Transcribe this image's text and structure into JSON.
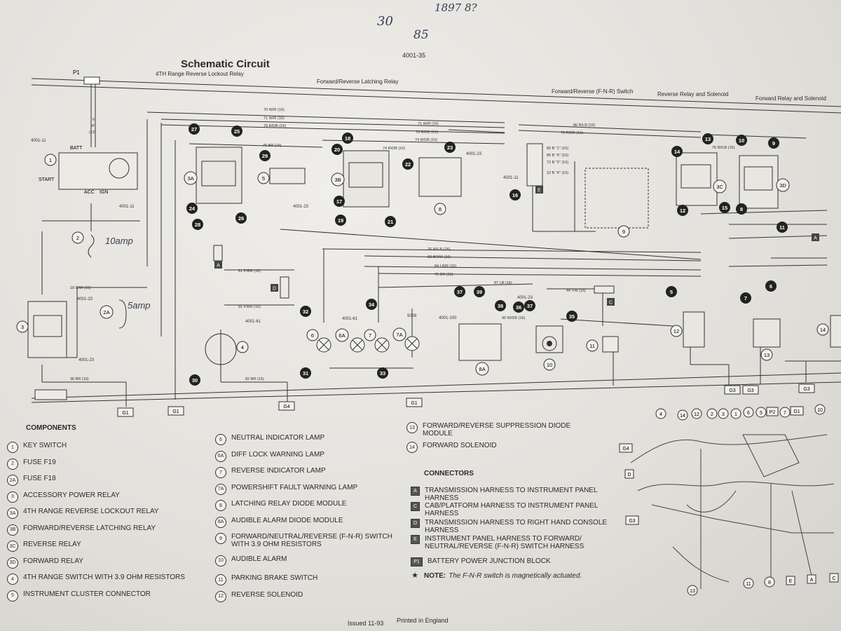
{
  "handwriting": {
    "top1": "30",
    "top2": "85",
    "top3": "1897 8?",
    "fuse_note_1": "10amp",
    "fuse_note_2": "5amp"
  },
  "page_ref": "4001-35",
  "title": "Schematic Circuit",
  "section_headers": [
    "4TH Range Reverse Lockout Relay",
    "Forward/Reverse Latching Relay",
    "Forward/Reverse (F-N-R) Switch",
    "Reverse Relay and Solenoid",
    "Forward Relay and Solenoid"
  ],
  "wire_labels": {
    "w70": "70 W/R (16)",
    "w71": "71 W/R (16)",
    "w79": "79 R/DB (16)",
    "w75": "75 BR (16)",
    "w74": "74 R/DB (16)",
    "w71b": "71 W/R (16)",
    "w79b": "79 R/DB (16)",
    "w74b": "74 R/DB (16)",
    "w86": "86 R/LB (16)",
    "w79c": "79 R/DB (16)",
    "w76": "76 W/LB (16)",
    "w76b": "76 W/LB (16)",
    "w83": "83 BR/W (16)",
    "w84": "84 LB/R (16)",
    "w75b": "75 BR (16)",
    "w81": "81 P/BR (16)",
    "w87": "87 LB (16)",
    "w44": "44 Y/B (16)",
    "w90": "90 W/DB (16)",
    "w82": "82 BR (16)",
    "w36": "36 BR (16)",
    "w18": "18 R/W (16)",
    "w80": "80 B \"1\" (16)",
    "w85": "85 B \"6\" (16)",
    "w72": "72 B \"2\" (16)",
    "w10": "10 B \"4\" (16)",
    "w6": "6",
    "w6r": "R",
    "w13": "(13)"
  },
  "refs": [
    "4001-11",
    "4001-11",
    "4001-23",
    "4001-23",
    "4001-23",
    "4001-23",
    "4001-61",
    "4001-61",
    "5008",
    "4001-100",
    "4001-23",
    "4001-11"
  ],
  "switch_labels": {
    "batt": "BATT",
    "start": "START",
    "acc": "ACC",
    "ign": "IGN"
  },
  "grounds": [
    "G1",
    "G1",
    "G4",
    "G1",
    "G3",
    "G3",
    "G3"
  ],
  "p1": "P1",
  "components_heading": "COMPONENTS",
  "components": [
    {
      "id": "1",
      "label": "KEY SWITCH"
    },
    {
      "id": "2",
      "label": "FUSE F19"
    },
    {
      "id": "2A",
      "label": "FUSE F18"
    },
    {
      "id": "3",
      "label": "ACCESSORY POWER RELAY"
    },
    {
      "id": "3A",
      "label": "4TH RANGE REVERSE LOCKOUT RELAY"
    },
    {
      "id": "3B",
      "label": "FORWARD/REVERSE LATCHING RELAY"
    },
    {
      "id": "3C",
      "label": "REVERSE RELAY"
    },
    {
      "id": "3D",
      "label": "FORWARD RELAY"
    },
    {
      "id": "4",
      "label": "4TH RANGE SWITCH WITH 3.9 OHM RESISTORS"
    },
    {
      "id": "5",
      "label": "INSTRUMENT CLUSTER CONNECTOR"
    },
    {
      "id": "6",
      "label": "NEUTRAL INDICATOR LAMP"
    },
    {
      "id": "6A",
      "label": "DIFF LOCK WARNING LAMP"
    },
    {
      "id": "7",
      "label": "REVERSE INDICATOR LAMP"
    },
    {
      "id": "7A",
      "label": "POWERSHIFT FAULT WARNING LAMP"
    },
    {
      "id": "8",
      "label": "LATCHING RELAY DIODE MODULE"
    },
    {
      "id": "8A",
      "label": "AUDIBLE ALARM DIODE MODULE"
    },
    {
      "id": "9",
      "label": "FORWARD/NEUTRAL/REVERSE (F-N-R) SWITCH WITH 3.9 OHM RESISTORS"
    },
    {
      "id": "10",
      "label": "AUDIBLE ALARM"
    },
    {
      "id": "11",
      "label": "PARKING BRAKE SWITCH"
    },
    {
      "id": "12",
      "label": "REVERSE SOLENOID"
    },
    {
      "id": "13",
      "label": "FORWARD/REVERSE SUPPRESSION DIODE MODULE"
    },
    {
      "id": "14",
      "label": "FORWARD SOLENOID"
    }
  ],
  "connectors_heading": "CONNECTORS",
  "connectors": [
    {
      "id": "A",
      "label": "TRANSMISSION HARNESS TO INSTRUMENT PANEL HARNESS"
    },
    {
      "id": "C",
      "label": "CAB/PLATFORM HARNESS TO INSTRUMENT PANEL HARNESS"
    },
    {
      "id": "D",
      "label": "TRANSMISSION HARNESS TO RIGHT HAND CONSOLE HARNESS"
    },
    {
      "id": "E",
      "label": "INSTRUMENT PANEL HARNESS TO FORWARD/ NEUTRAL/REVERSE (F-N-R) SWITCH HARNESS"
    },
    {
      "id": "P1",
      "label": "BATTERY POWER JUNCTION BLOCK"
    }
  ],
  "note": {
    "mark": "★",
    "label": "NOTE:",
    "text": "The F-N-R switch is magnetically actuated."
  },
  "footer": {
    "issued": "Issued 11-93",
    "printed": "Printed in England"
  },
  "callouts": {
    "n1": "1",
    "n2": "2",
    "n2a": "2A",
    "n3": "3",
    "n3a": "3A",
    "n3b": "3B",
    "n3c": "3C",
    "n3d": "3D",
    "n4": "4",
    "n5": "5",
    "n6": "6",
    "n6a": "6A",
    "n7": "7",
    "n7a": "7A",
    "n8": "8",
    "n8a": "8A",
    "n9": "9",
    "n10": "10",
    "n11": "11",
    "n12": "12",
    "n13": "13",
    "n14": "14",
    "cA": "A",
    "cC": "C",
    "cD": "D",
    "cE": "E",
    "d5": "5",
    "d6": "6",
    "d7": "7",
    "d8": "8",
    "d9": "9",
    "d10": "10",
    "d11": "11",
    "d12": "12",
    "d13": "13",
    "d14": "14",
    "d15": "15",
    "d16": "16",
    "d17": "17",
    "d18": "18",
    "d19": "19",
    "d20": "20",
    "d21": "21",
    "d22": "22",
    "d23": "23",
    "d24": "24",
    "d25": "25",
    "d26": "26",
    "d27": "27",
    "d28": "28",
    "d29": "29",
    "d30": "30",
    "d31": "31",
    "d32": "32",
    "d33": "33",
    "d34": "34",
    "d35": "35",
    "d36": "36",
    "d37": "37",
    "d38": "38",
    "d39": "39"
  },
  "locator_labels": [
    "4",
    "14",
    "12",
    "2",
    "3",
    "1",
    "6",
    "5",
    "P2",
    "7",
    "G1",
    "10",
    "G4",
    "D",
    "G3",
    "13",
    "11",
    "8",
    "E",
    "A",
    "C"
  ]
}
